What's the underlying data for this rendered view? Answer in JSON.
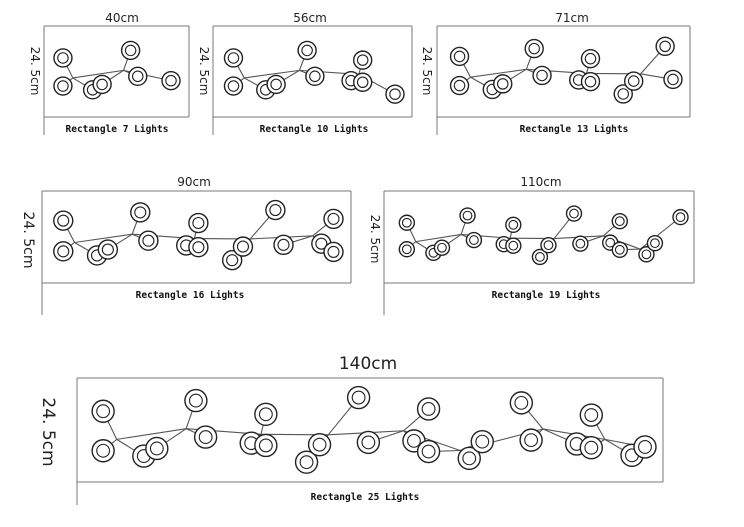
{
  "panels": [
    {
      "width_label": "40cm",
      "height_label": "24. 5cm",
      "caption": "Rectangle 7 Lights",
      "lights": 7
    },
    {
      "width_label": "56cm",
      "height_label": "24. 5cm",
      "caption": "Rectangle 10 Lights",
      "lights": 10
    },
    {
      "width_label": "71cm",
      "height_label": "24. 5cm",
      "caption": "Rectangle 13 Lights",
      "lights": 13
    },
    {
      "width_label": "90cm",
      "height_label": "24. 5cm",
      "caption": "Rectangle 16 Lights",
      "lights": 16
    },
    {
      "width_label": "110cm",
      "height_label": "24. 5cm",
      "caption": "Rectangle 19 Lights",
      "lights": 19
    },
    {
      "width_label": "140cm",
      "height_label": "24. 5cm",
      "caption": "Rectangle 25 Lights",
      "lights": 25
    }
  ]
}
